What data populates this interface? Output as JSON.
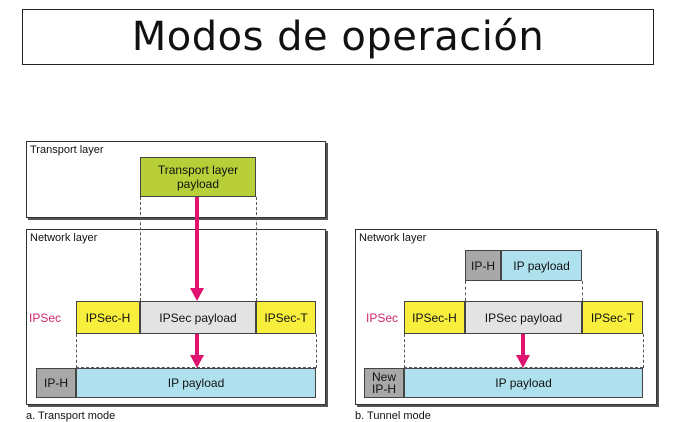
{
  "title": "Modos de operación",
  "transport_mode": {
    "transport_layer_label": "Transport layer",
    "transport_payload": "Transport layer\npayload",
    "network_layer_label": "Network layer",
    "ipsec_label": "IPSec",
    "ipsec_h": "IPSec-H",
    "ipsec_payload": "IPSec payload",
    "ipsec_t": "IPSec-T",
    "ip_h": "IP-H",
    "ip_payload": "IP payload",
    "caption": "a. Transport mode"
  },
  "tunnel_mode": {
    "network_layer_label": "Network layer",
    "ip_h": "IP-H",
    "ip_payload_top": "IP payload",
    "ipsec_label": "IPSec",
    "ipsec_h": "IPSec-H",
    "ipsec_payload": "IPSec payload",
    "ipsec_t": "IPSec-T",
    "new_ip_h": "New\nIP-H",
    "ip_payload": "IP payload",
    "caption": "b. Tunnel mode"
  },
  "colors": {
    "arrow": "#e0126f",
    "transport_payload": "#b8cf3a",
    "ipsec_header": "#f8ee3c",
    "ipsec_payload": "#e3e3e3",
    "ip_header": "#a8a8a8",
    "ip_payload": "#aee0ee",
    "ipsec_label": "#d0246e"
  }
}
